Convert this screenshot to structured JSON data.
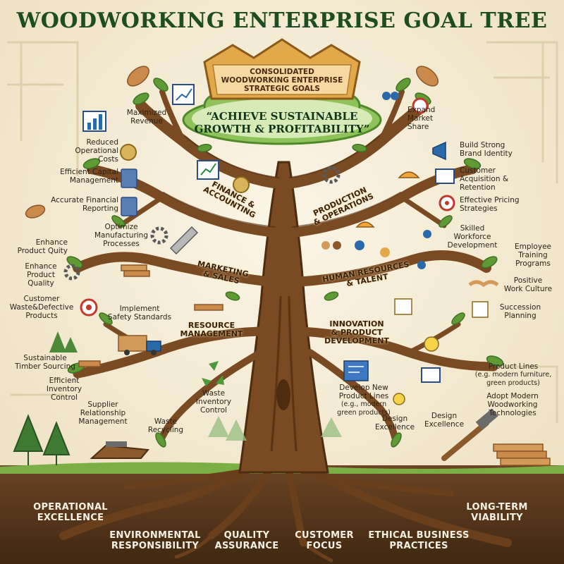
{
  "title": "WOODWORKING ENTERPRISE GOAL TREE",
  "crown_lines": [
    "CONSOLIDATED",
    "WOODWORKING ENTERPRISE",
    "STRATEGIC GOALS"
  ],
  "slogan_lines": [
    "“ACHIEVE SUSTAINABLE",
    "GROWTH & PROFITABILITY”"
  ],
  "branches": {
    "finance": [
      "FINANCE &",
      "ACCOUNTING"
    ],
    "production": [
      "PRODUCTION",
      "& OPERATIONS"
    ],
    "marketing": [
      "MARKETING",
      "& SALES"
    ],
    "hr": [
      "HUMAN RESOURCES",
      "& TALENT"
    ],
    "resource": [
      "RESOURCE",
      "MANAGEMENT"
    ],
    "innovation": [
      "INNOVATION",
      "& PRODUCT",
      "DEVELOPMENT"
    ]
  },
  "left_goals": {
    "maximized_revenue": [
      "Maximized",
      "Revenue"
    ],
    "reduced_costs": [
      "Reduced",
      "Operational",
      "Costs"
    ],
    "capital_mgmt": [
      "Efficient Capital",
      "Management"
    ],
    "financial_reporting": [
      "Accurate Financial",
      "Reporting"
    ],
    "optimize_mfg": [
      "Optimize",
      "Manufacturing",
      "Processes"
    ],
    "enhance_product_quality_1": [
      "Enhance",
      "Product Quity"
    ],
    "enhance_product_quality_2": [
      "Enhance",
      "Product",
      "Quality"
    ],
    "customer_waste": [
      "Customer",
      "Waste&Defective",
      "Products"
    ],
    "safety_standards": [
      "Implement",
      "Safety Standards"
    ],
    "timber_sourcing": [
      "Sustainable",
      "Timber Sourcing"
    ],
    "inventory_control_1": [
      "Efficient",
      "Inventory",
      "Control"
    ],
    "supplier_mgmt": [
      "Supplier",
      "Relationship",
      "Management"
    ],
    "waste_recycling": [
      "Waste",
      "Recycling"
    ],
    "waste_inventory": [
      "Waste",
      "Inventory",
      "Control"
    ]
  },
  "right_goals": {
    "market_share": [
      "Expand",
      "Market",
      "Share"
    ],
    "brand_identity": [
      "Build Strong",
      "Brand Identity"
    ],
    "customer_acq": [
      "Customer",
      "Acquisition &",
      "Retention"
    ],
    "pricing": [
      "Effective Pricing",
      "Strategies"
    ],
    "skilled_workforce": [
      "Skilled",
      "Workforce",
      "Development"
    ],
    "employee_training": [
      "Employee",
      "Training",
      "Programs"
    ],
    "work_culture": [
      "Positive",
      "Work Culture"
    ],
    "succession": [
      "Succession",
      "Planning"
    ],
    "product_lines_1": [
      "Product Lines",
      "(e.g. modern furniture,",
      "green products)"
    ],
    "modern_tech": [
      "Adopt Modern",
      "Woodworking",
      "Technologies"
    ],
    "product_lines_2": [
      "Develop New",
      "Product Lines",
      "(e.g., modern",
      "green products)"
    ],
    "design_excellence_1": [
      "Design",
      "Excellence"
    ],
    "design_excellence_2": [
      "Design",
      "Excellence"
    ]
  },
  "roots": {
    "operational": [
      "OPERATIONAL",
      "EXCELLENCE"
    ],
    "environmental": [
      "ENVIRONMENTAL",
      "RESPONSIBILITY"
    ],
    "quality": [
      "QUALITY",
      "ASSURANCE"
    ],
    "customer": [
      "CUSTOMER",
      "FOCUS"
    ],
    "ethical": [
      "ETHICAL BUSINESS",
      "PRACTICES"
    ],
    "longterm": [
      "LONG-TERM",
      "VIABILITY"
    ]
  },
  "icons": [
    "bar-chart-icon",
    "money-bag-icon",
    "calculator-icon",
    "gear-icon",
    "saw-icon",
    "lumber-icon",
    "target-icon",
    "truck-icon",
    "recycle-icon",
    "people-icon",
    "megaphone-icon",
    "hard-hat-icon",
    "handshake-icon",
    "certificate-icon",
    "lightbulb-icon",
    "monitor-icon",
    "blueprint-icon",
    "hammer-icon",
    "hand-plane-icon",
    "pine-tree-icon"
  ],
  "colors": {
    "background": "#f4ecd9",
    "title": "#1f4d23",
    "bark": "#7a4a22",
    "bark_dark": "#4e2c10",
    "leaf": "#5f9a34",
    "leaf_dark": "#3e7224",
    "soil": "#5a3a1f",
    "grass": "#7bae44",
    "crown_gold": "#e2a94a"
  }
}
